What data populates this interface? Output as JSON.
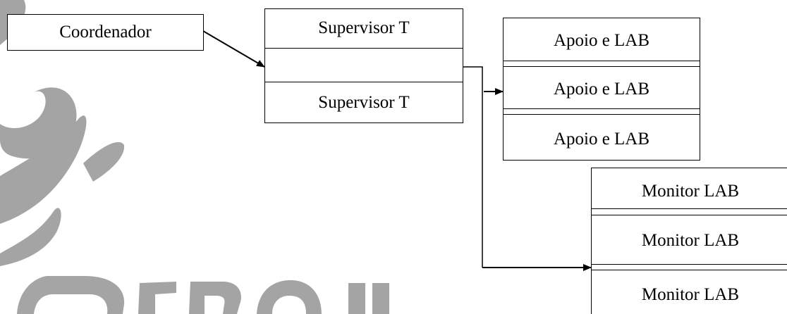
{
  "nodes": {
    "coordenador": "Coordenador",
    "supervisor_top": "Supervisor T",
    "supervisor_bottom": "Supervisor T",
    "apoio": [
      "Apoio e LAB",
      "Apoio e LAB",
      "Apoio e LAB"
    ],
    "monitor": [
      "Monitor LAB",
      "Monitor LAB",
      "Monitor LAB"
    ]
  },
  "colors": {
    "line": "#000000",
    "watermark": "#a0a0a0"
  },
  "icons": {
    "watermark": "institutional-logo-watermark"
  }
}
